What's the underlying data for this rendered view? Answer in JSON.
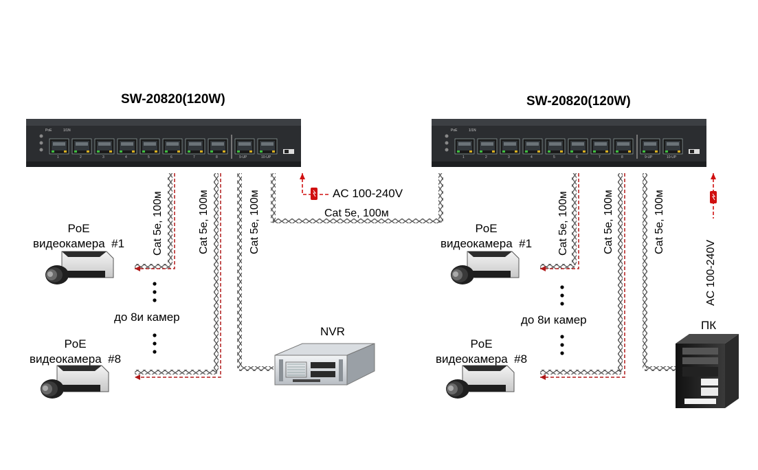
{
  "switches": [
    {
      "model": "SW-20820(120W)",
      "top_labels": [
        "PoE",
        "1/1N"
      ],
      "port_numbers": [
        "1",
        "2",
        "3",
        "4",
        "5",
        "6",
        "7",
        "8"
      ],
      "uplink_labels": [
        "9-UP",
        "10-UP"
      ],
      "power_label": "AC 100-240V"
    },
    {
      "model": "SW-20820(120W)",
      "top_labels": [
        "PoE",
        "1/1N"
      ],
      "port_numbers": [
        "1",
        "2",
        "3",
        "4",
        "5",
        "6",
        "7",
        "8"
      ],
      "uplink_labels": [
        "9-UP",
        "10-UP"
      ],
      "power_label": "AC 100-240V"
    }
  ],
  "links": {
    "cable": "Cat 5e, 100м",
    "uplink_cable": "Cat 5e, 100м"
  },
  "cameras": {
    "first": "PoE\nвидеокамера  #1",
    "last": "PoE\nвидеокамера  #8",
    "count_note": "до 8и камер"
  },
  "devices": {
    "nvr": "NVR",
    "pc": "ПК"
  },
  "colors": {
    "switch_body": "#2b2d30",
    "power_line": "#d01010",
    "cable": "#444444",
    "poe_path": "#b01818"
  }
}
